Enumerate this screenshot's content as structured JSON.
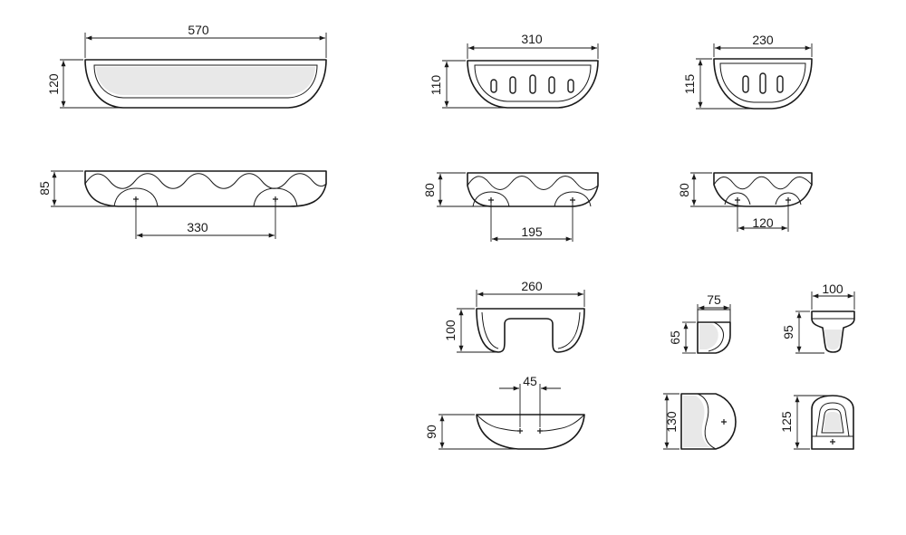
{
  "dimensions": {
    "d570": "570",
    "d120": "120",
    "d85": "85",
    "d330": "330",
    "d310": "310",
    "d110": "110",
    "d80a": "80",
    "d195": "195",
    "d230": "230",
    "d115": "115",
    "d80b": "80",
    "d120b": "120",
    "d260": "260",
    "d100a": "100",
    "d90": "90",
    "d45": "45",
    "d75": "75",
    "d65": "65",
    "d130": "130",
    "d100b": "100",
    "d95": "95",
    "d125": "125"
  },
  "colors": {
    "line": "#1a1a1a",
    "shade": "#e8e8e8",
    "background": "#ffffff"
  }
}
